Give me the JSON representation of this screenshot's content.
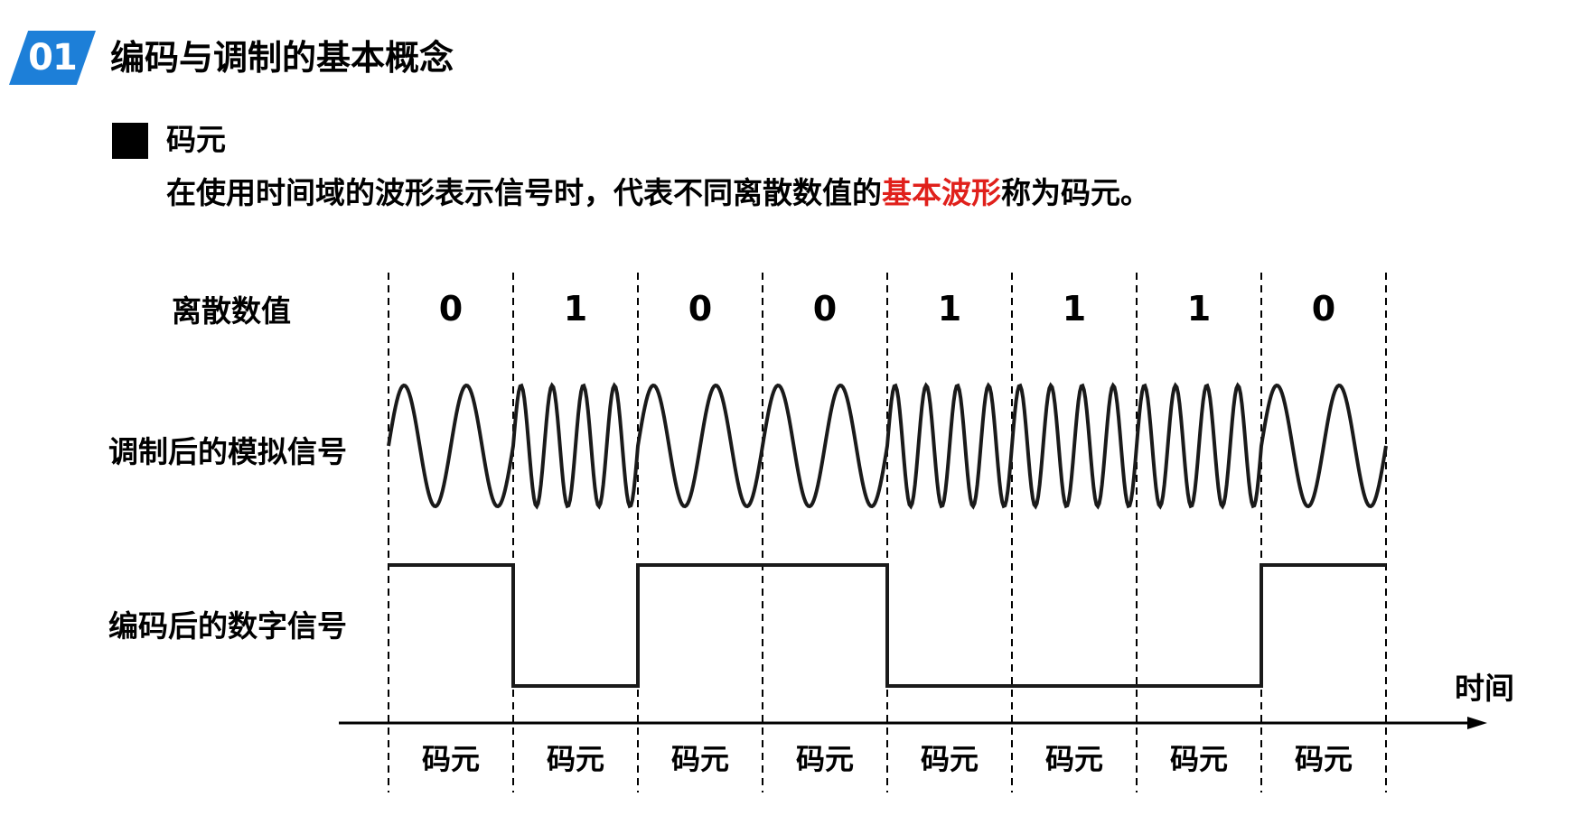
{
  "section": {
    "number": "01",
    "title": "编码与调制的基本概念",
    "accent_color": "#1d7fd8"
  },
  "heading": "码元",
  "description": {
    "prefix": "在使用时间域的波形表示信号时，代表不同离散数值的",
    "highlight": "基本波形",
    "suffix": "称为码元。",
    "highlight_color": "#e0201b"
  },
  "labels": {
    "discrete_values": "离散数值",
    "analog_signal": "调制后的模拟信号",
    "digital_signal": "编码后的数字信号",
    "time_axis": "时间"
  },
  "diagram": {
    "bits": [
      "0",
      "1",
      "0",
      "0",
      "1",
      "1",
      "1",
      "0"
    ],
    "symbol_label": "码元",
    "analog_cycles_per_bit": {
      "0": 2,
      "1": 4
    }
  }
}
